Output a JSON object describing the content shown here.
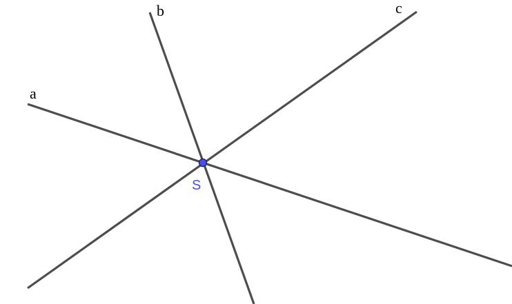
{
  "diagram": {
    "lines": [
      {
        "id": "a",
        "label": "a"
      },
      {
        "id": "b",
        "label": "b"
      },
      {
        "id": "c",
        "label": "c"
      }
    ],
    "point": {
      "label": "S"
    },
    "colors": {
      "line": "#4d4d4d",
      "point_fill": "#4a50e6",
      "point_stroke": "#1e1e66",
      "point_label": "#4a50e6",
      "line_label": "#000000"
    }
  }
}
